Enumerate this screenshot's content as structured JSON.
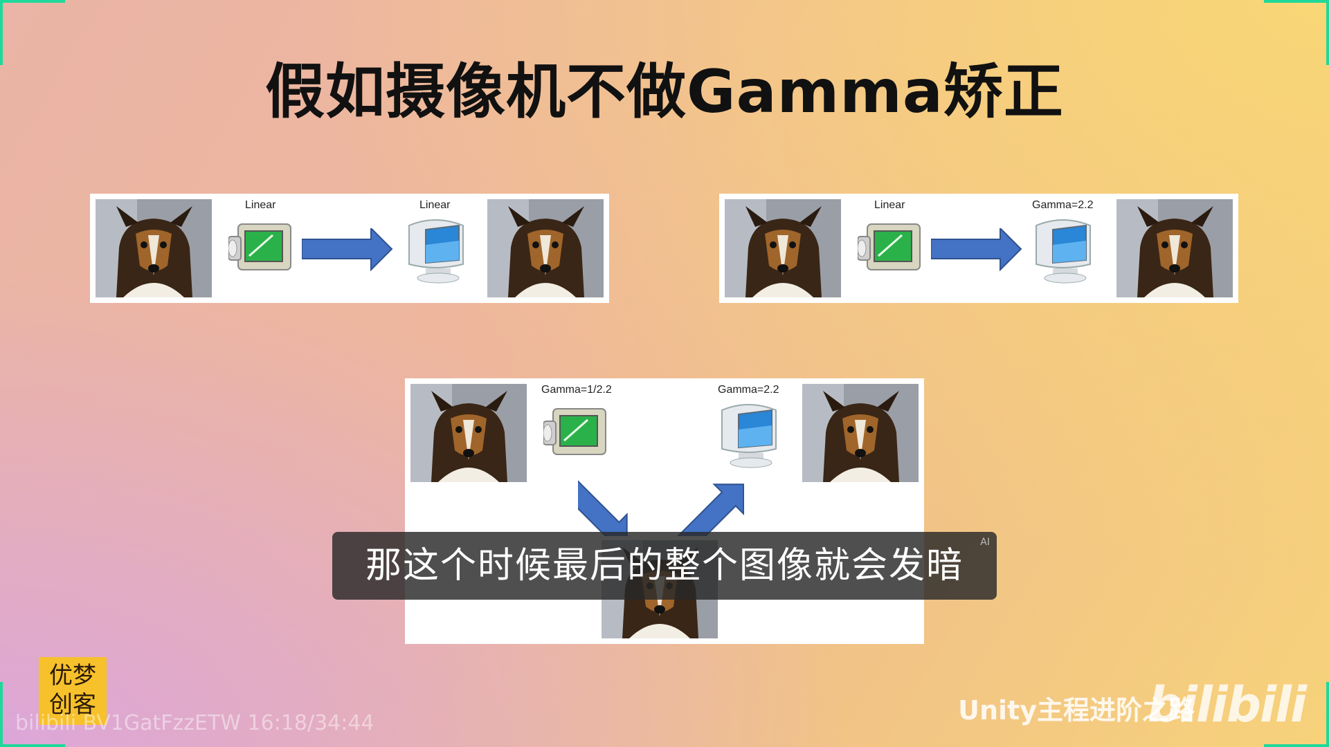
{
  "slide": {
    "title": "假如摄像机不做Gamma矫正"
  },
  "diagrams": [
    {
      "left_label": "Linear",
      "right_label": "Linear"
    },
    {
      "left_label": "Linear",
      "right_label": "Gamma=2.2"
    },
    {
      "left_label": "Gamma=1/2.2",
      "right_label": "Gamma=2.2"
    }
  ],
  "subtitle": {
    "text": "那这个时候最后的整个图像就会发暗",
    "ai_tag": "AI"
  },
  "watermark": {
    "logo_line1": "优梦",
    "logo_line2": "创客",
    "video_info": "bilibili BV1GatFzzETW 16:18/34:44",
    "channel": "Unity主程进阶之路",
    "platform": "bilibili"
  },
  "colors": {
    "accent_corner": "#1ed99a",
    "arrow": "#4472c4",
    "logo_bg": "#f7c12b"
  },
  "icons": [
    "dog-photo",
    "camera-icon",
    "arrow-right-icon",
    "monitor-icon",
    "arrow-down-right-icon",
    "arrow-up-right-icon"
  ]
}
